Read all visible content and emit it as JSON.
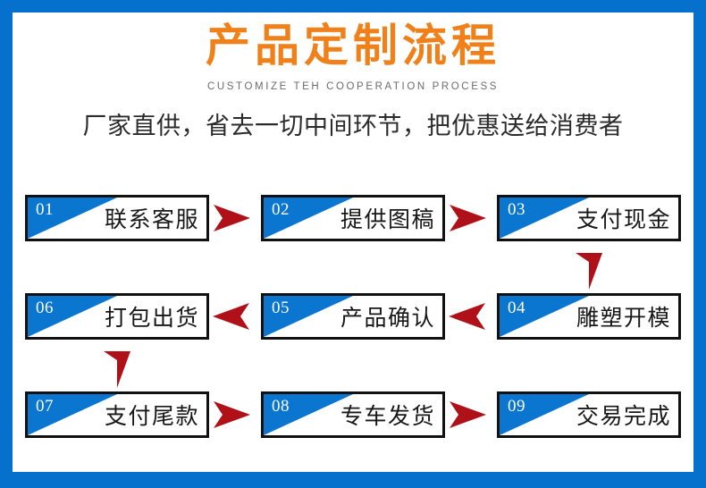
{
  "poster": {
    "frame_color": "#0571cd",
    "background": "#ffffff"
  },
  "header": {
    "title": "产品定制流程",
    "title_color": "#f0811a",
    "subtitle": "CUSTOMIZE TEH COOPERATION PROCESS",
    "subtitle_color": "#6c6c6c",
    "tagline": "厂家直供，省去一切中间环节，把优惠送给消费者",
    "tagline_color": "#2b2b2b"
  },
  "steps": [
    {
      "number": "01",
      "label": "联系客服"
    },
    {
      "number": "02",
      "label": "提供图稿"
    },
    {
      "number": "03",
      "label": "支付现金"
    },
    {
      "number": "06",
      "label": "打包出货"
    },
    {
      "number": "05",
      "label": "产品确认"
    },
    {
      "number": "04",
      "label": "雕塑开模"
    },
    {
      "number": "07",
      "label": "支付尾款"
    },
    {
      "number": "08",
      "label": "专车发货"
    },
    {
      "number": "09",
      "label": "交易完成"
    }
  ],
  "arrows": {
    "color": "#b01119",
    "items": [
      {
        "direction": "right",
        "from": "01",
        "to": "02"
      },
      {
        "direction": "right",
        "from": "02",
        "to": "03"
      },
      {
        "direction": "down",
        "from": "03",
        "to": "04"
      },
      {
        "direction": "left",
        "from": "04",
        "to": "05"
      },
      {
        "direction": "left",
        "from": "05",
        "to": "06"
      },
      {
        "direction": "down",
        "from": "06",
        "to": "07"
      },
      {
        "direction": "right",
        "from": "07",
        "to": "08"
      },
      {
        "direction": "right",
        "from": "08",
        "to": "09"
      }
    ]
  }
}
